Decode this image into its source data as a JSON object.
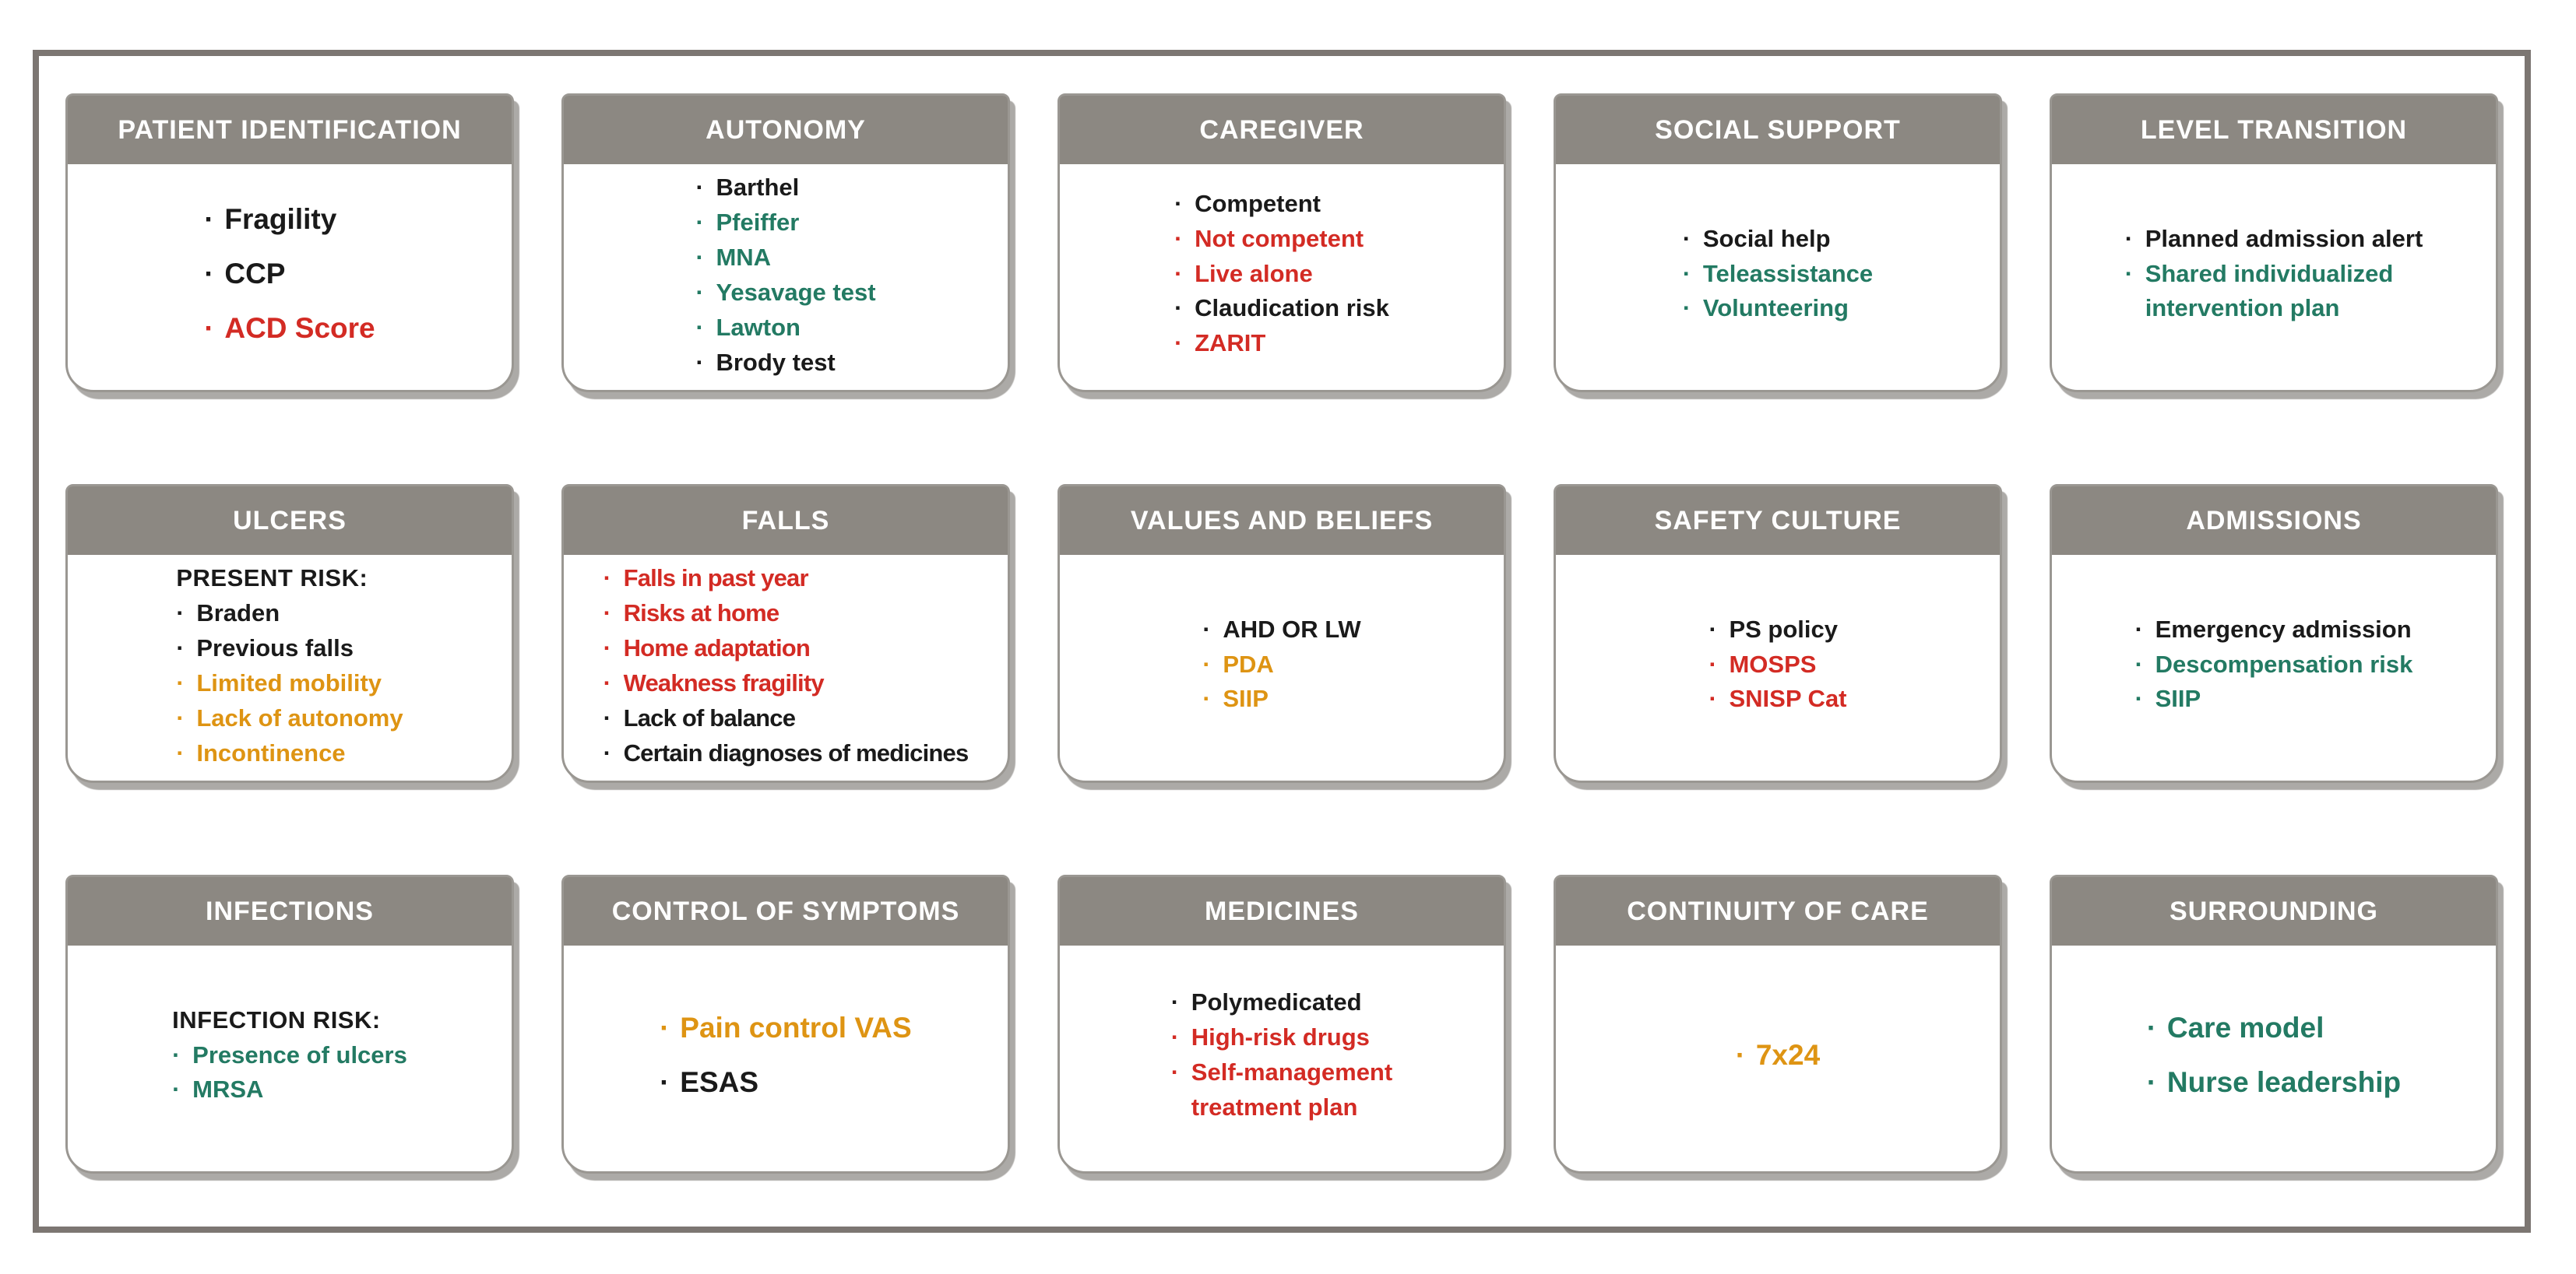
{
  "bullet": "·",
  "palette": {
    "header_bg": "#8C8882",
    "header_text": "#FFFFFF",
    "frame_border": "#7C7672",
    "card_border": "#9A9792",
    "shadow": "#807C78",
    "black": "#1A1A1A",
    "teal": "#237A63",
    "red": "#D32B24",
    "orange": "#DE9413"
  },
  "cards": [
    {
      "id": "patient-identification",
      "title": "PATIENT IDENTIFICATION",
      "size": "lg",
      "items": [
        {
          "text": "Fragility",
          "color": "black"
        },
        {
          "text": "CCP",
          "color": "black"
        },
        {
          "text": "ACD Score",
          "color": "red"
        }
      ]
    },
    {
      "id": "autonomy",
      "title": "AUTONOMY",
      "size": "md",
      "items": [
        {
          "text": "Barthel",
          "color": "black"
        },
        {
          "text": "Pfeiffer",
          "color": "teal"
        },
        {
          "text": "MNA",
          "color": "teal"
        },
        {
          "text": "Yesavage test",
          "color": "teal"
        },
        {
          "text": "Lawton",
          "color": "teal"
        },
        {
          "text": "Brody test",
          "color": "black"
        }
      ]
    },
    {
      "id": "caregiver",
      "title": "CAREGIVER",
      "size": "md",
      "items": [
        {
          "text": "Competent",
          "color": "black"
        },
        {
          "text": "Not competent",
          "color": "red"
        },
        {
          "text": "Live alone",
          "color": "red"
        },
        {
          "text": "Claudication risk",
          "color": "black"
        },
        {
          "text": "ZARIT",
          "color": "red"
        }
      ]
    },
    {
      "id": "social-support",
      "title": "SOCIAL SUPPORT",
      "size": "md",
      "items": [
        {
          "text": "Social help",
          "color": "black"
        },
        {
          "text": "Teleassistance",
          "color": "teal"
        },
        {
          "text": "Volunteering",
          "color": "teal"
        }
      ]
    },
    {
      "id": "level-transition",
      "title": "LEVEL TRANSITION",
      "size": "md",
      "items": [
        {
          "text": "Planned admission alert",
          "color": "black"
        },
        {
          "text": "Shared individualized\nintervention plan",
          "color": "teal"
        }
      ]
    },
    {
      "id": "ulcers",
      "title": "ULCERS",
      "size": "md",
      "items": [
        {
          "text": "PRESENT RISK:",
          "color": "black",
          "label": true
        },
        {
          "text": "Braden",
          "color": "black"
        },
        {
          "text": "Previous falls",
          "color": "black"
        },
        {
          "text": "Limited mobility",
          "color": "orange"
        },
        {
          "text": "Lack of autonomy",
          "color": "orange"
        },
        {
          "text": "Incontinence",
          "color": "orange"
        }
      ]
    },
    {
      "id": "falls",
      "title": "FALLS",
      "size": "md",
      "items": [
        {
          "text": "Falls in past year",
          "color": "red"
        },
        {
          "text": "Risks at home",
          "color": "red"
        },
        {
          "text": "Home adaptation",
          "color": "red"
        },
        {
          "text": "Weakness fragility",
          "color": "red"
        },
        {
          "text": "Lack of balance",
          "color": "black"
        },
        {
          "text": "Certain diagnoses of medicines",
          "color": "black"
        }
      ]
    },
    {
      "id": "values-and-beliefs",
      "title": "VALUES AND BELIEFS",
      "size": "md",
      "items": [
        {
          "text": "AHD OR LW",
          "color": "black"
        },
        {
          "text": "PDA",
          "color": "orange"
        },
        {
          "text": "SIIP",
          "color": "orange"
        }
      ]
    },
    {
      "id": "safety-culture",
      "title": "SAFETY CULTURE",
      "size": "md",
      "items": [
        {
          "text": "PS policy",
          "color": "black"
        },
        {
          "text": "MOSPS",
          "color": "red"
        },
        {
          "text": "SNISP Cat",
          "color": "red"
        }
      ]
    },
    {
      "id": "admissions",
      "title": "ADMISSIONS",
      "size": "md",
      "items": [
        {
          "text": "Emergency admission",
          "color": "black"
        },
        {
          "text": "Descompensation risk",
          "color": "teal"
        },
        {
          "text": "SIIP",
          "color": "teal"
        }
      ]
    },
    {
      "id": "infections",
      "title": "INFECTIONS",
      "size": "md",
      "items": [
        {
          "text": "INFECTION RISK:",
          "color": "black",
          "label": true
        },
        {
          "text": "Presence of ulcers",
          "color": "teal"
        },
        {
          "text": "MRSA",
          "color": "teal"
        }
      ]
    },
    {
      "id": "control-of-symptoms",
      "title": "CONTROL OF SYMPTOMS",
      "size": "lg",
      "items": [
        {
          "text": "Pain control VAS",
          "color": "orange"
        },
        {
          "text": "ESAS",
          "color": "black"
        }
      ]
    },
    {
      "id": "medicines",
      "title": "MEDICINES",
      "size": "md",
      "items": [
        {
          "text": "Polymedicated",
          "color": "black"
        },
        {
          "text": "High-risk drugs",
          "color": "red"
        },
        {
          "text": "Self-management\ntreatment plan",
          "color": "red"
        }
      ]
    },
    {
      "id": "continuity-of-care",
      "title": "CONTINUITY OF CARE",
      "size": "lg",
      "items": [
        {
          "text": "7x24",
          "color": "orange"
        }
      ]
    },
    {
      "id": "surrounding",
      "title": "SURROUNDING",
      "size": "lg",
      "items": [
        {
          "text": "Care model",
          "color": "teal"
        },
        {
          "text": "Nurse leadership",
          "color": "teal"
        }
      ]
    }
  ]
}
